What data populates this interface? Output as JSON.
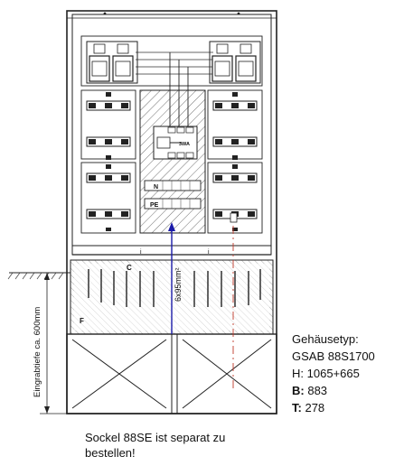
{
  "labels": {
    "depth_label": "Eingrabtiefe ca. 600mm",
    "cable_label": "6x95mm²",
    "terminal_n": "N",
    "terminal_pe": "PE",
    "fuse_rating": "3WA",
    "letter_c": "C",
    "letter_f": "F",
    "letter_i_left": "i",
    "letter_i_right": "i"
  },
  "spec": {
    "title": "Gehäusetyp:",
    "model": "GSAB 88S1700",
    "h_key": "H:",
    "h_value": "1065+665",
    "b_key": "B:",
    "b_value": "883",
    "t_key": "T:",
    "t_value": "278"
  },
  "note": {
    "line1": "Sockel 88SE ist separat zu",
    "line2": "bestellen!"
  },
  "colors": {
    "line": "#222222",
    "cable": "#1a1aa8",
    "dashed": "#c0392b",
    "background": "#ffffff"
  }
}
